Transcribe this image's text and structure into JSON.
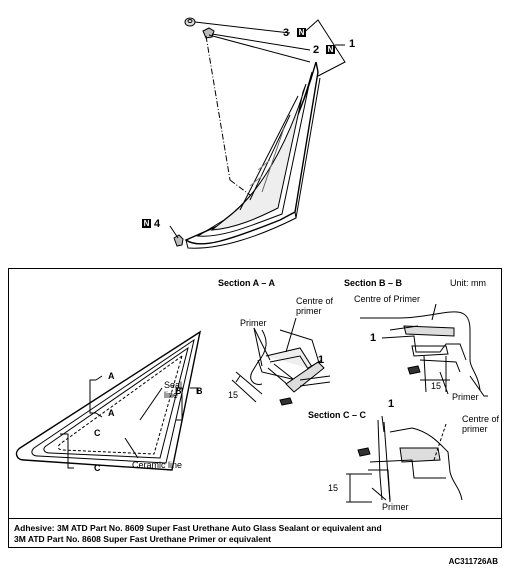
{
  "callouts": {
    "item1": "1",
    "item2": "2",
    "item3": "3",
    "item4": "4",
    "n_badge": "N",
    "sec_a_item1": "1",
    "sec_b_item1": "1",
    "sec_c_item1": "1"
  },
  "overview": {
    "label_a_top": "A",
    "label_a_bottom": "A",
    "label_b_left": "B",
    "label_b_right": "B",
    "label_c_top": "C",
    "label_c_bottom": "C",
    "seal_line": "Seal\nline",
    "ceramic_line": "Ceramic line"
  },
  "section_a": {
    "title": "Section A – A",
    "primer": "Primer",
    "centre_of_primer": "Centre of\nprimer",
    "dim": "15"
  },
  "section_b": {
    "title": "Section B – B",
    "unit": "Unit: mm",
    "centre_of_primer": "Centre of Primer",
    "primer": "Primer",
    "dim": "15"
  },
  "section_c": {
    "title": "Section C – C",
    "centre_of_primer": "Centre of\nprimer",
    "primer": "Primer",
    "dim": "15"
  },
  "note": {
    "line1": "Adhesive: 3M ATD Part No. 8609 Super Fast Urethane Auto Glass Sealant or equivalent and",
    "line2": "3M ATD Part No. 8608 Super Fast Urethane Primer or equivalent"
  },
  "reference_code": "AC311726AB"
}
